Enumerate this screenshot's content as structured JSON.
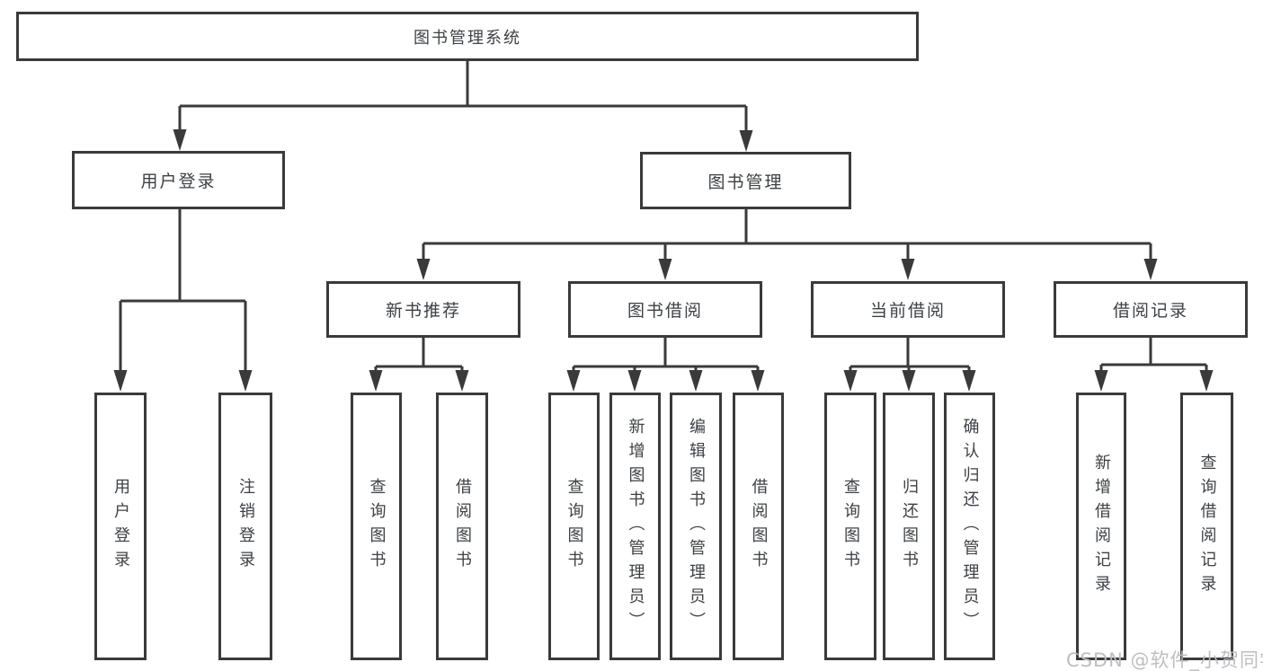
{
  "diagram": {
    "type": "tree",
    "root": {
      "label": "图书管理系统"
    },
    "branches": [
      {
        "label": "用户登录",
        "children": [
          {
            "label": "用户登录"
          },
          {
            "label": "注销登录"
          }
        ]
      },
      {
        "label": "图书管理",
        "children": [
          {
            "label": "新书推荐",
            "children": [
              {
                "label": "查询图书"
              },
              {
                "label": "借阅图书"
              }
            ]
          },
          {
            "label": "图书借阅",
            "children": [
              {
                "label": "查询图书"
              },
              {
                "label": "新增图书（管理员）"
              },
              {
                "label": "编辑图书（管理员）"
              },
              {
                "label": "借阅图书"
              }
            ]
          },
          {
            "label": "当前借阅",
            "children": [
              {
                "label": "查询图书"
              },
              {
                "label": "归还图书"
              },
              {
                "label": "确认归还（管理员）"
              }
            ]
          },
          {
            "label": "借阅记录",
            "children": [
              {
                "label": "新增借阅记录"
              },
              {
                "label": "查询借阅记录"
              }
            ]
          }
        ]
      }
    ]
  },
  "colors": {
    "line": "#3a3a3a",
    "box_border": "#3a3a3a",
    "text": "#3d4045",
    "background": "#ffffff",
    "watermark": "#babac0"
  },
  "watermark": {
    "text": "CSDN @软件_小贺同学"
  }
}
